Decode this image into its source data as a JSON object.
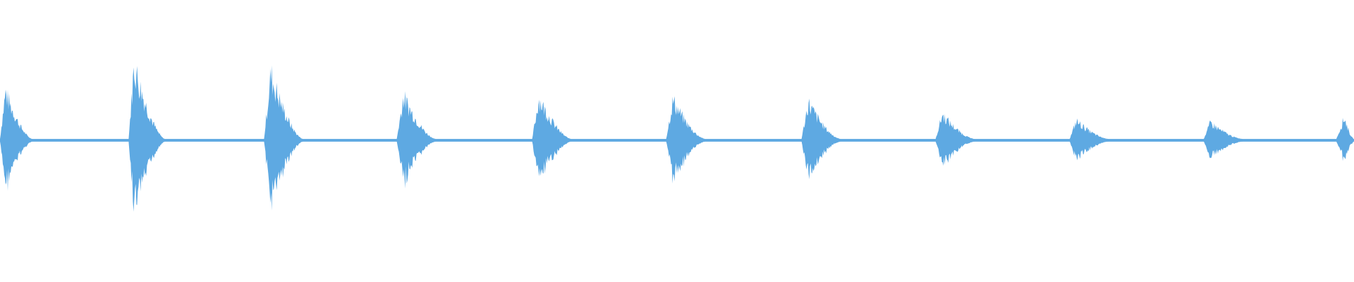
{
  "waveform": {
    "color": "#5ea9e2",
    "background": "#ffffff",
    "noise_floor": 0.012,
    "bursts": [
      {
        "start": 0.0,
        "peak": 0.004,
        "end": 0.024,
        "amplitude": 0.52
      },
      {
        "start": 0.095,
        "peak": 0.099,
        "end": 0.122,
        "amplitude": 0.82
      },
      {
        "start": 0.195,
        "peak": 0.2,
        "end": 0.224,
        "amplitude": 0.72
      },
      {
        "start": 0.293,
        "peak": 0.298,
        "end": 0.322,
        "amplitude": 0.47
      },
      {
        "start": 0.393,
        "peak": 0.398,
        "end": 0.422,
        "amplitude": 0.45
      },
      {
        "start": 0.492,
        "peak": 0.497,
        "end": 0.521,
        "amplitude": 0.43
      },
      {
        "start": 0.592,
        "peak": 0.597,
        "end": 0.621,
        "amplitude": 0.4
      },
      {
        "start": 0.691,
        "peak": 0.696,
        "end": 0.72,
        "amplitude": 0.27
      },
      {
        "start": 0.79,
        "peak": 0.795,
        "end": 0.819,
        "amplitude": 0.2
      },
      {
        "start": 0.889,
        "peak": 0.894,
        "end": 0.918,
        "amplitude": 0.18
      },
      {
        "start": 0.987,
        "peak": 0.993,
        "end": 1.0,
        "amplitude": 0.24
      }
    ]
  }
}
